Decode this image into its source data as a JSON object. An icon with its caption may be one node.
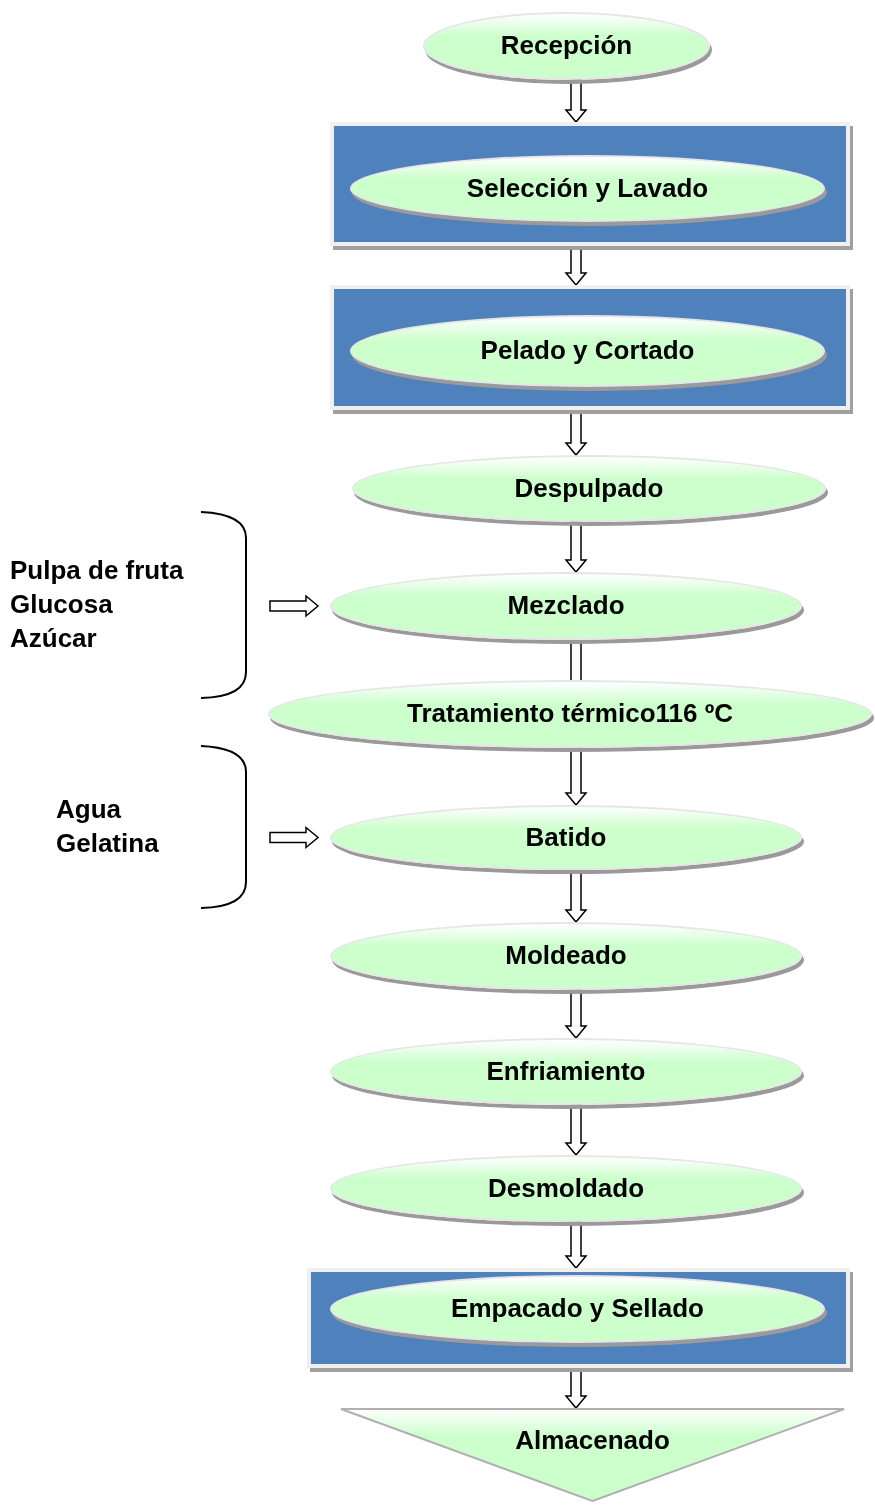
{
  "diagram": {
    "nodes": [
      {
        "text": [
          "Recepción"
        ]
      },
      {
        "text": [],
        "shape": "box"
      },
      {
        "text": [
          "Selección y Lavado"
        ],
        "in": 1
      },
      {
        "text": [],
        "shape": "box"
      },
      {
        "text": [
          "Pelado y Cortado"
        ],
        "in": 3
      },
      {
        "text": [
          "Despulpado"
        ]
      },
      {
        "text": [
          "Pulpa de fruta",
          "Glucosa",
          "Azúcar"
        ]
      },
      {
        "text": [
          "Mezclado"
        ]
      },
      {
        "text": [
          "Tratamiento térmico116 ºC"
        ]
      },
      {
        "text": [
          "Agua",
          "Gelatina"
        ]
      },
      {
        "text": [
          "Batido"
        ]
      },
      {
        "text": [
          "Moldeado"
        ]
      },
      {
        "text": [
          "Enfriamiento"
        ]
      },
      {
        "text": [
          "Desmoldado"
        ]
      },
      {
        "text": [],
        "shape": "box"
      },
      {
        "text": [
          "Empacado y Sellado"
        ],
        "in": 14
      },
      {
        "text": [
          "Almacenado"
        ]
      }
    ],
    "edges": [
      {
        "from": 0,
        "to": 1,
        "arrow": "to"
      },
      {
        "from": 1,
        "to": 3,
        "arrow": "to"
      },
      {
        "from": 3,
        "to": 5,
        "arrow": "to"
      },
      {
        "from": 5,
        "to": 7,
        "arrow": "to"
      },
      {
        "from": 6,
        "to": 7,
        "arrow": "to"
      },
      {
        "from": 7,
        "to": 8,
        "arrow": "none"
      },
      {
        "from": 8,
        "to": 10,
        "arrow": "to"
      },
      {
        "from": 9,
        "to": 10,
        "arrow": "to"
      },
      {
        "from": 10,
        "to": 11,
        "arrow": "to"
      },
      {
        "from": 11,
        "to": 12,
        "arrow": "to"
      },
      {
        "from": 12,
        "to": 13,
        "arrow": "to"
      },
      {
        "from": 13,
        "to": 14,
        "arrow": "to"
      },
      {
        "from": 14,
        "to": 16,
        "arrow": "to"
      }
    ]
  }
}
